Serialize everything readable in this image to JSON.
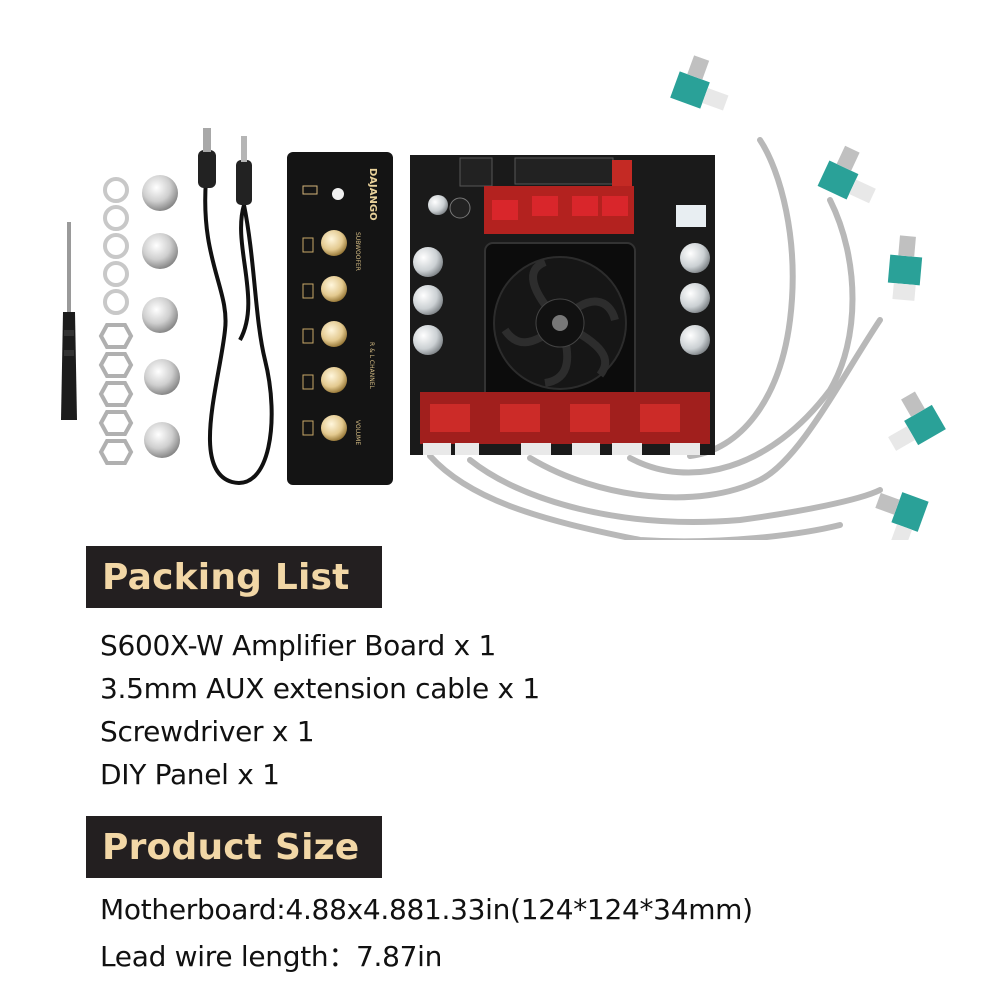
{
  "panel": {
    "brand": "DAJANGO",
    "labels": [
      "SUBWOOFER",
      "R & L CHANNEL",
      "VOLUME"
    ]
  },
  "packing": {
    "heading": "Packing List",
    "items": [
      "S600X-W Amplifier Board x 1",
      "3.5mm AUX extension cable x 1",
      "Screwdriver x 1",
      "DIY Panel x 1"
    ]
  },
  "size": {
    "heading": "Product Size",
    "items": [
      "Motherboard:4.88x4.881.33in(124*124*34mm)",
      "Lead wire length：7.87in"
    ]
  },
  "colors": {
    "heading_bg": "#231f20",
    "heading_text": "#f2d7a6",
    "pcb": "#1a1a1a",
    "relay_red": "#d9262b",
    "connector_teal": "#2aa198",
    "cable_gray": "#b8b8b8"
  }
}
